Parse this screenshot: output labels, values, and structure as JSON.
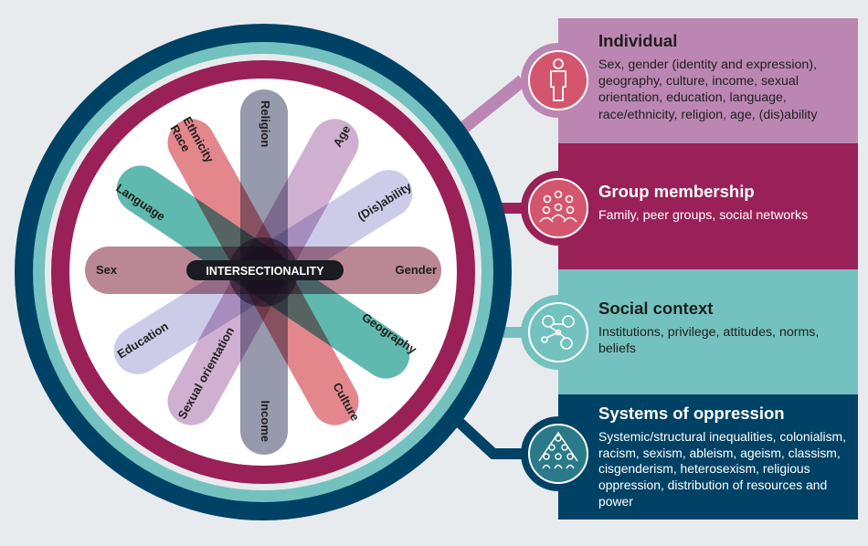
{
  "colors": {
    "individual": "#bb87b2",
    "group": "#9a2158",
    "social": "#74c2bf",
    "systems": "#004266",
    "background": "#e8ebee"
  },
  "center_label": "INTERSECTIONALITY",
  "axes": {
    "sex": "Sex",
    "gender": "Gender",
    "religion": "Religion",
    "income": "Income",
    "ethnicity": "Ethnicity",
    "race": "Race",
    "culture": "Culture",
    "age": "Age",
    "sexual_orientation": "Sexual orientation",
    "language": "Language",
    "geography": "Geography",
    "disability": "(Dis)ability",
    "education": "Education"
  },
  "panels": {
    "individual": {
      "title": "Individual",
      "text": "Sex, gender (identity and expression), geography, culture, income, sexual orientation, education, language, race/ethnicity, religion, age, (dis)ability",
      "icon": "person-icon"
    },
    "group": {
      "title": "Group membership",
      "text": "Family, peer groups, social networks",
      "icon": "group-icon"
    },
    "social": {
      "title": "Social context",
      "text": "Institutions, privilege, attitudes, norms, beliefs",
      "icon": "network-icon"
    },
    "systems": {
      "title": "Systems of oppression",
      "text": "Systemic/structural inequalities, colonialism, racism, sexism, ableism, ageism, classism, cisgenderism, heterosexism, religious oppression, distribution of resources and power",
      "icon": "hierarchy-icon"
    }
  }
}
